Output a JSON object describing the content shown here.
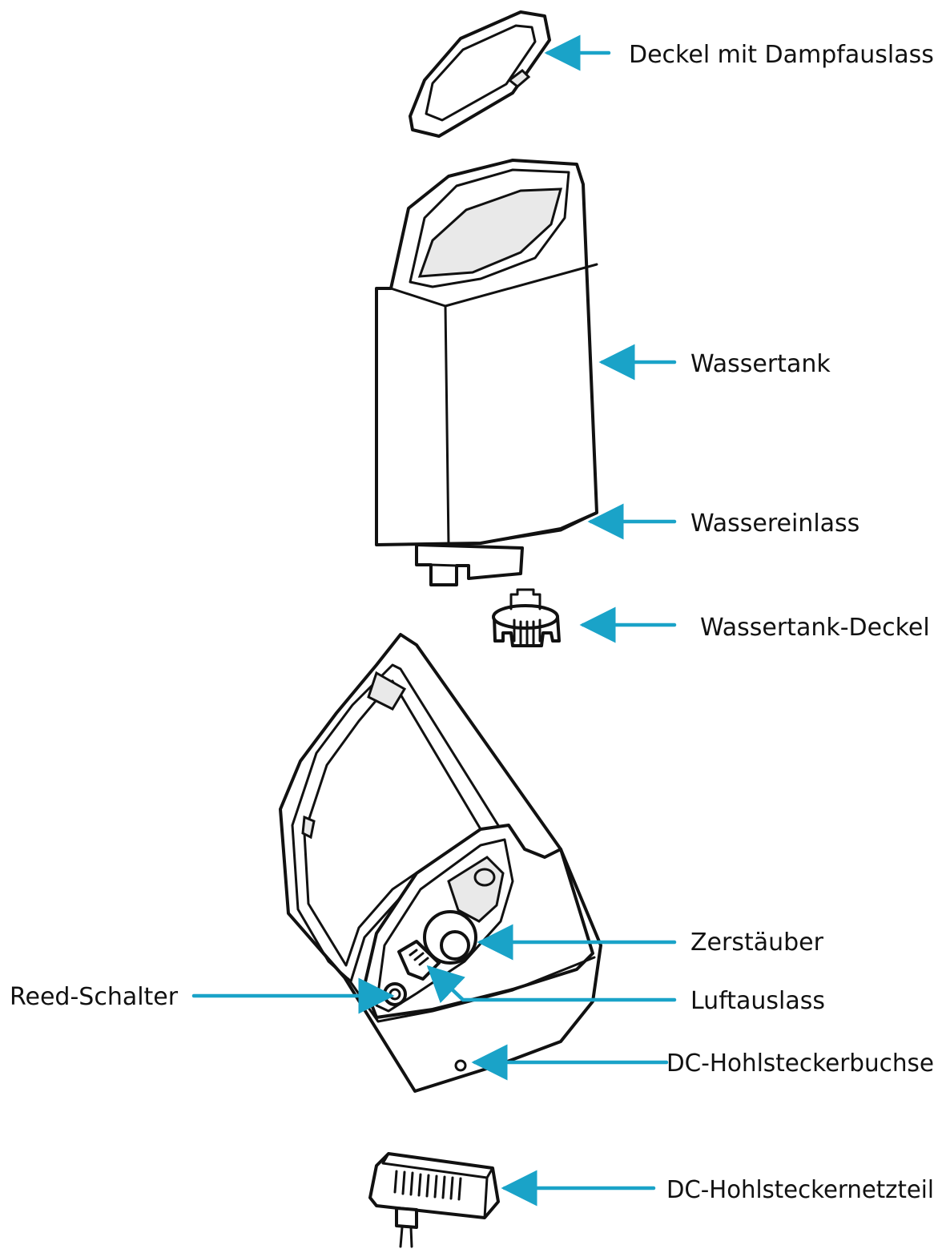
{
  "accent_color": "#1aa3c8",
  "labels": {
    "lid": "Deckel mit Dampfauslass",
    "tank": "Wassertank",
    "inlet": "Wassereinlass",
    "tank_cap": "Wassertank-Deckel",
    "atomizer": "Zerstäuber",
    "air_outlet": "Luftauslass",
    "reed_switch": "Reed-Schalter",
    "dc_socket": "DC-Hohlsteckerbuchse",
    "power_supply": "DC-Hohlsteckernetzteil"
  }
}
